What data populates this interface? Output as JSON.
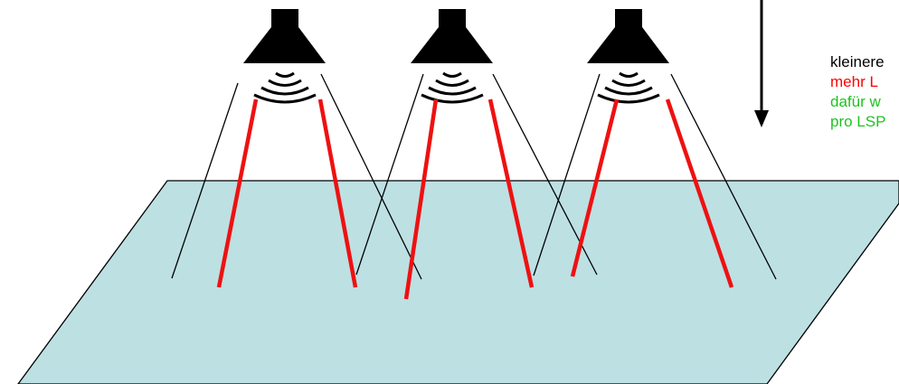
{
  "annotation": {
    "line1": "kleinere",
    "line2": "mehr L",
    "line3": "dafür w",
    "line4": "pro LSP"
  },
  "colors": {
    "floor_fill": "#bde0e3",
    "outline": "#000000",
    "beam_red": "#ee1111",
    "text_black": "#000000",
    "text_red": "#ff0000",
    "text_green": "#1fc31f",
    "background": "#ffffff"
  },
  "speakers": [
    {
      "name": "loudspeaker-1"
    },
    {
      "name": "loudspeaker-2"
    },
    {
      "name": "loudspeaker-3"
    }
  ]
}
